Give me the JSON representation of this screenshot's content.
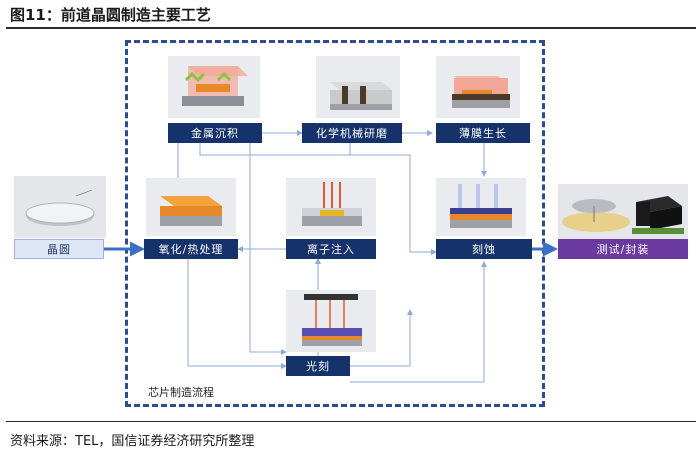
{
  "header": {
    "title": "图11：前道晶圆制造主要工艺"
  },
  "footer": {
    "source": "资料来源：TEL，国信证券经济研究所整理"
  },
  "diagram": {
    "flow_label": "芯片制造流程",
    "steps": {
      "wafer": "晶圆",
      "metal_deposition": "金属沉积",
      "cmp": "化学机械研磨",
      "thin_film": "薄膜生长",
      "oxidation": "氧化/热处理",
      "ion_implant": "离子注入",
      "etch": "刻蚀",
      "lithography": "光刻",
      "test_package": "测试/封装"
    },
    "colors": {
      "box": "#15326b",
      "arrow": "#8fa9d6",
      "thick_arrow": "#3b6fc4",
      "frame": "#2a4d8f",
      "purple": "#6b3aa0"
    }
  }
}
